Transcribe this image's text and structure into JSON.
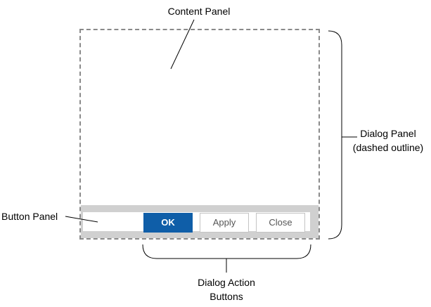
{
  "annotations": {
    "content_panel": "Content Panel",
    "dialog_panel_line1": "Dialog Panel",
    "dialog_panel_line2": "(dashed outline)",
    "button_panel": "Button Panel",
    "dialog_action_line1": "Dialog Action",
    "dialog_action_line2": "Buttons"
  },
  "dialog": {
    "buttons": {
      "ok": "OK",
      "apply": "Apply",
      "close": "Close"
    }
  },
  "colors": {
    "primary_button": "#0f5ea8",
    "button_panel_bg": "#d0d0d0",
    "dashed_outline": "#8a8a8a"
  }
}
